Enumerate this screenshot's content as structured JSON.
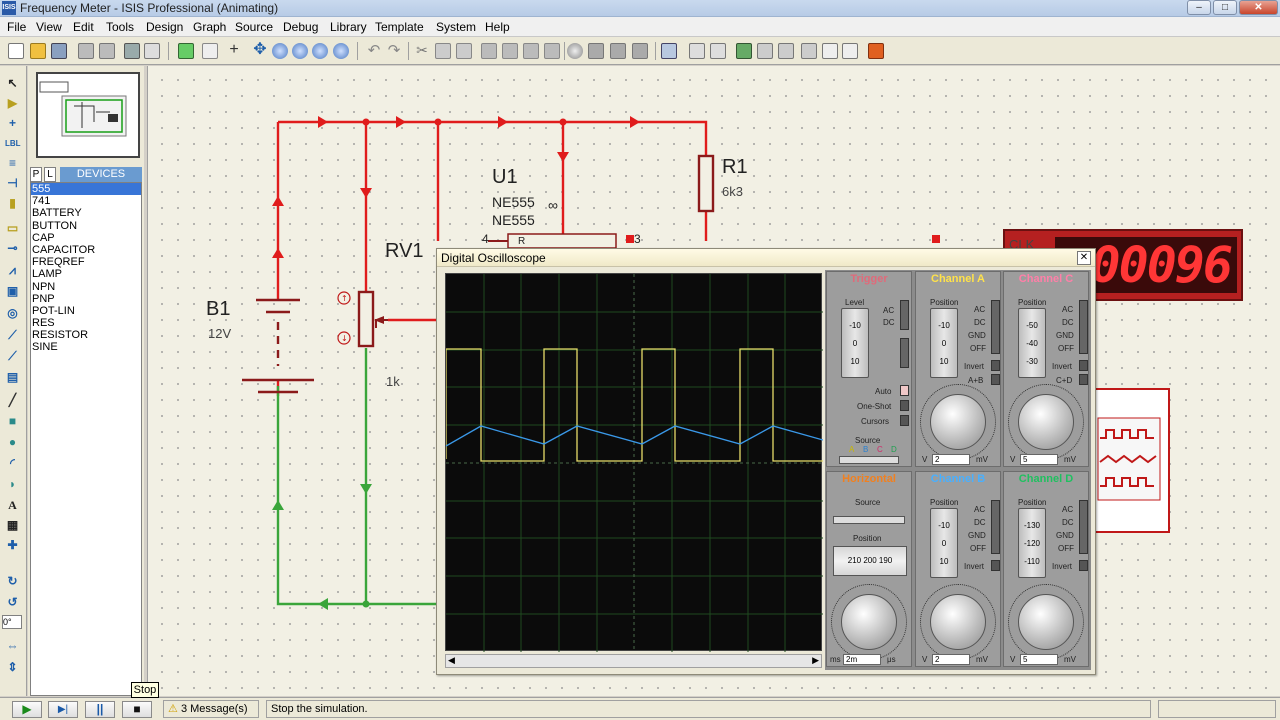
{
  "window": {
    "title": "Frequency Meter - ISIS Professional (Animating)",
    "app_icon": "ISIS",
    "minimize_label": "–",
    "maximize_label": "□",
    "close_label": "✕"
  },
  "menu": {
    "items": [
      "File",
      "View",
      "Edit",
      "Tools",
      "Design",
      "Graph",
      "Source",
      "Debug",
      "Library",
      "Template",
      "System",
      "Help"
    ]
  },
  "toolbar": {
    "icons": [
      "new-icon",
      "open-icon",
      "save-icon",
      "import-icon",
      "export-icon",
      "print-icon",
      "print-area-icon",
      "refresh-icon",
      "grid-icon",
      "origin-icon",
      "pan-icon",
      "zoom-in-icon",
      "zoom-out-icon",
      "zoom-all-icon",
      "zoom-area-icon",
      "undo-icon",
      "redo-icon",
      "cut-icon",
      "copy-icon",
      "paste-icon",
      "block-copy-icon",
      "block-move-icon",
      "block-rotate-icon",
      "block-delete-icon",
      "pick-device-icon",
      "make-device-icon",
      "packaging-icon",
      "decompose-icon",
      "wire-autorouter-icon",
      "search-tag-icon",
      "property-assign-icon",
      "new-sheet-icon",
      "remove-sheet-icon",
      "exit-parent-icon",
      "bom-icon",
      "erc-icon",
      "netlist-to-ares-icon"
    ]
  },
  "left_tools": {
    "icons": [
      "selection-icon",
      "component-icon",
      "junction-icon",
      "wire-label-icon",
      "text-script-icon",
      "bus-icon",
      "subcircuit-icon",
      "terminals-icon",
      "device-pins-icon",
      "graph-icon",
      "tape-recorder-icon",
      "generator-icon",
      "voltage-probe-icon",
      "current-probe-icon",
      "virtual-instrument-icon",
      "line-icon",
      "box-icon",
      "circle-icon",
      "arc-icon",
      "path-icon",
      "text-icon",
      "symbol-icon",
      "marker-icon",
      "rotate-cw-icon",
      "rotate-ccw-icon",
      "mirror-x-icon",
      "mirror-y-icon"
    ],
    "angle": "0°"
  },
  "panel": {
    "tab_p": "P",
    "tab_l": "L",
    "header": "DEVICES",
    "devices": [
      "555",
      "741",
      "BATTERY",
      "BUTTON",
      "CAP",
      "CAPACITOR",
      "FREQREF",
      "LAMP",
      "NPN",
      "PNP",
      "POT-LIN",
      "RES",
      "RESISTOR",
      "SINE"
    ],
    "selected_index": 0
  },
  "schematic": {
    "u1_ref": "U1",
    "u1_value_1": "NE555",
    "u1_value_2": "NE555",
    "u1_pin_left": "4",
    "u1_pin_right": "3",
    "u1_pin_r": "R",
    "u1_symbol": "∞",
    "r1_ref": "R1",
    "r1_value": "6k3",
    "rv1_ref": "RV1",
    "rv1_value": "1k",
    "b1_ref": "B1",
    "b1_value": "12V",
    "counter_clk": "CLK",
    "counter_display": "00096"
  },
  "oscilloscope": {
    "title": "Digital Oscilloscope",
    "close_label": "✕",
    "trigger": {
      "header": "Trigger",
      "level": "Level",
      "ac": "AC",
      "dc": "DC",
      "auto": "Auto",
      "one_shot": "One-Shot",
      "cursors": "Cursors",
      "source": "Source",
      "source_channels": [
        "A",
        "B",
        "C",
        "D"
      ],
      "ticks": [
        "-10",
        "0",
        "10"
      ]
    },
    "channel_a": {
      "header": "Channel A",
      "position": "Position",
      "modes": [
        "AC",
        "DC",
        "GND",
        "OFF",
        "Invert"
      ],
      "combine": "A+B",
      "ticks": [
        "-10",
        "0",
        "10"
      ],
      "volts": "2",
      "unit_left": "V",
      "unit_right": "mV",
      "color": "#ffe24a"
    },
    "channel_c": {
      "header": "Channel C",
      "position": "Position",
      "modes": [
        "AC",
        "DC",
        "GND",
        "OFF",
        "Invert"
      ],
      "combine": "C+D",
      "ticks": [
        "-50",
        "-40",
        "-30"
      ],
      "volts": "5",
      "unit_left": "V",
      "unit_right": "mV",
      "color": "#e0306a"
    },
    "horizontal": {
      "header": "Horizontal",
      "source": "Source",
      "position": "Position",
      "position_readout": "210 200 190",
      "time": "2m",
      "unit_left": "ms",
      "unit_right": "μs",
      "color": "#f08020"
    },
    "channel_b": {
      "header": "Channel B",
      "position": "Position",
      "modes": [
        "AC",
        "DC",
        "GND",
        "OFF",
        "Invert"
      ],
      "ticks": [
        "-10",
        "0",
        "10"
      ],
      "volts": "2",
      "unit_left": "V",
      "unit_right": "mV",
      "color": "#48b0ff"
    },
    "channel_d": {
      "header": "Channel D",
      "position": "Position",
      "modes": [
        "AC",
        "DC",
        "GND",
        "OFF",
        "Invert"
      ],
      "ticks": [
        "-130",
        "-120",
        "-110"
      ],
      "volts": "5",
      "unit_left": "V",
      "unit_right": "mV",
      "color": "#20c060"
    },
    "scroll_left": "◀",
    "scroll_right": "▶"
  },
  "status": {
    "play": "▶",
    "step": "▶|",
    "pause": "||",
    "stop": "■",
    "tooltip": "Stop",
    "messages": "3 Message(s)",
    "hint": "Stop the simulation."
  }
}
